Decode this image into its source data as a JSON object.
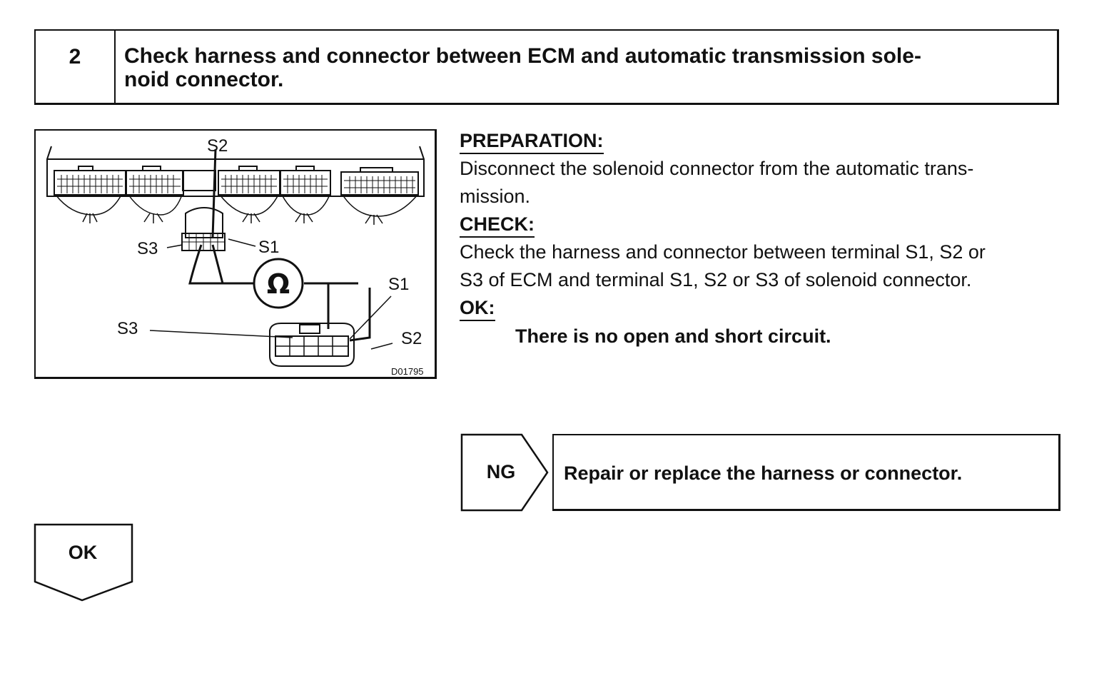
{
  "step": {
    "number": "2",
    "title": "Check harness and connector between ECM and automatic transmission sole-\nnoid connector."
  },
  "figure": {
    "labels": {
      "ecm_s2": "S2",
      "ecm_s3": "S3",
      "ecm_s1": "S1",
      "sol_s1": "S1",
      "sol_s3": "S3",
      "sol_s2": "S2"
    },
    "ohm_symbol": "Ω",
    "code": "D01795",
    "icon": "ohmmeter-wiring-diagram-icon"
  },
  "instructions": {
    "preparation_heading": "PREPARATION:",
    "preparation_line1": "Disconnect the solenoid connector from the automatic trans-",
    "preparation_line2": "mission.",
    "check_heading": "CHECK:",
    "check_line1": "Check the harness and connector between terminal S1, S2 or",
    "check_line2": "S3 of ECM and terminal S1, S2 or S3 of solenoid connector.",
    "ok_heading": "OK:",
    "ok_text": "There is no open and short circuit."
  },
  "ng_branch": {
    "label": "NG",
    "action": "Repair or replace the harness or connector."
  },
  "ok_branch": {
    "label": "OK"
  }
}
